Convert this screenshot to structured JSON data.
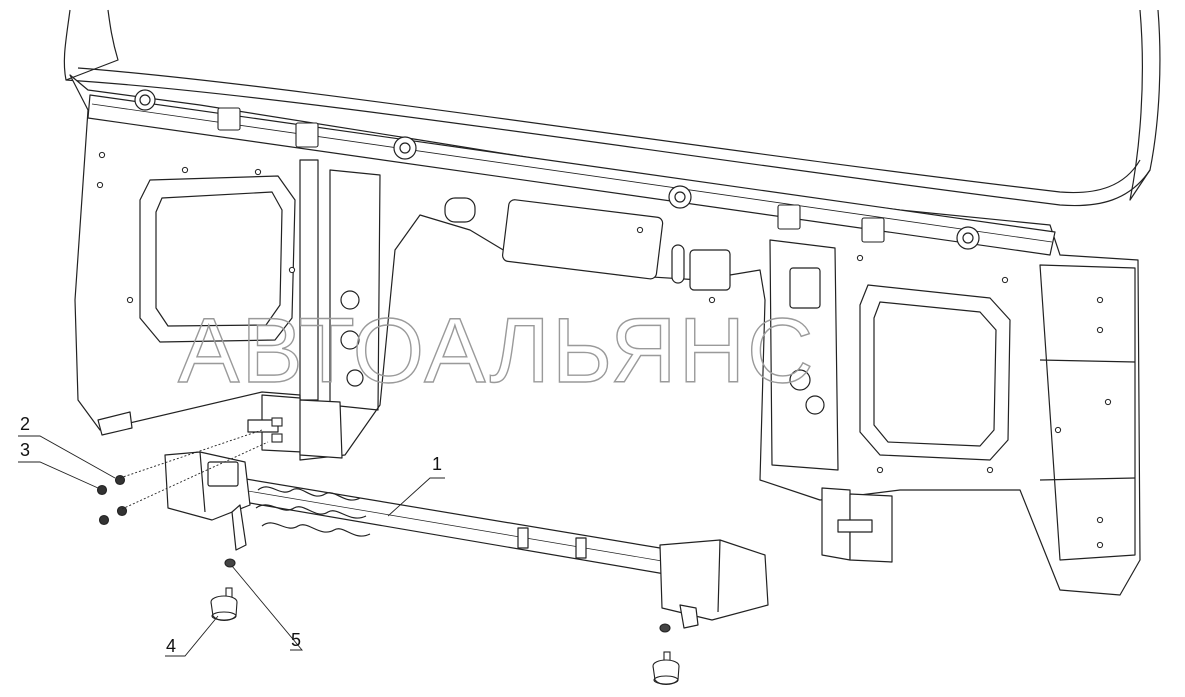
{
  "diagram": {
    "callouts": [
      {
        "id": "label-1",
        "text": "1"
      },
      {
        "id": "label-2",
        "text": "2"
      },
      {
        "id": "label-3",
        "text": "3"
      },
      {
        "id": "label-4",
        "text": "4"
      },
      {
        "id": "label-5",
        "text": "5"
      }
    ],
    "watermark": "АВТОАЛЬЯНС"
  }
}
